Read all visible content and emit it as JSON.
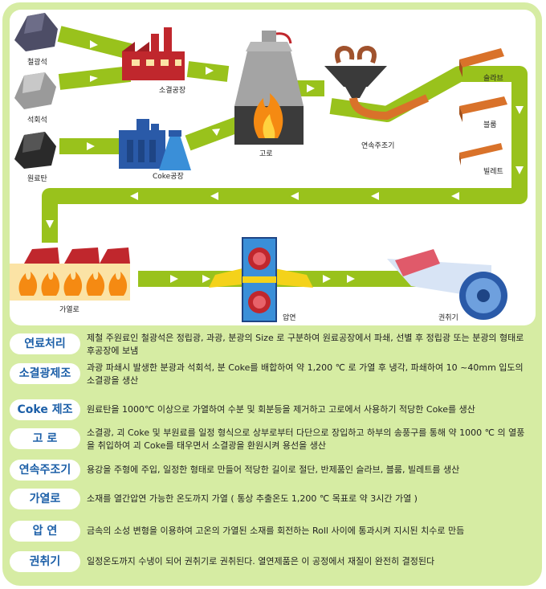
{
  "diagram": {
    "nodes": {
      "iron_ore": "철광석",
      "limestone": "석회석",
      "coal": "원료탄",
      "sinter_plant": "소결공장",
      "coke_plant": "Coke공장",
      "blast_furnace": "고로",
      "continuous_caster": "연속주조기",
      "slab": "슬라브",
      "bloom": "블룸",
      "billet": "빌레트",
      "reheating_furnace": "가열로",
      "rolling": "압연",
      "coiler": "권취기"
    },
    "colors": {
      "conveyor": "#99c21c",
      "steel": "#d9722a",
      "fire": "#f58a12",
      "plant_red": "#c0272d",
      "plant_blue": "#2a5aa8"
    }
  },
  "legend": [
    {
      "term": "연료처리",
      "desc": "제철 주원료인 철광석은 정립광, 과광, 분광의 Size 로 구분하여 원료공장에서 파쇄, 선별 후 정립광 또는 분광의 형태로 후공장에 보냄"
    },
    {
      "term": "소결광제조",
      "desc": "과광 파쇄시 발생한 분광과 석회석,  분 Coke를 배합하여 약 1,200 ℃ 로 가열 후 냉각, 파쇄하여 10 ~40mm 입도의 소결광을 생산"
    },
    {
      "term": "Coke  제조",
      "desc": "원료탄을 1000℃ 이상으로 가열하여 수분 및 회분등을 제거하고 고로에서 사용하기 적당한  Coke를 생산"
    },
    {
      "term": "고 로",
      "desc": "소결광, 괴 Coke 및 부원료를 일정 형식으로 상부로부터 다단으로 장입하고 하부의 송풍구를 통해 약 1000 ℃ 의 열풍을 취입하여 괴 Coke를 태우면서 소결광을 환원시켜 용선을 생산"
    },
    {
      "term": "연속주조기",
      "desc": "용강을 주형에 주입, 일정한 형태로 만들어 적당한 길이로 절단, 반제품인 슬라브, 블룸, 빌레트를 생산"
    },
    {
      "term": "가열로",
      "desc": "소재를 열간압연 가능한 온도까지 가열 ( 통상 추출온도 1,200 ℃  목표로 약 3시간 가열 )"
    },
    {
      "term": "압 연",
      "desc": "금속의 소성 변형을 이용하여 고온의 가열된 소재를 회전하는 Roll 사이에 통과시켜 지시된 치수로 만듬"
    },
    {
      "term": "권취기",
      "desc": "일정온도까지 수냉이 되어 권취기로 권취된다. 열연제품은 이 공정에서 재질이 완전히 결정된다"
    }
  ]
}
